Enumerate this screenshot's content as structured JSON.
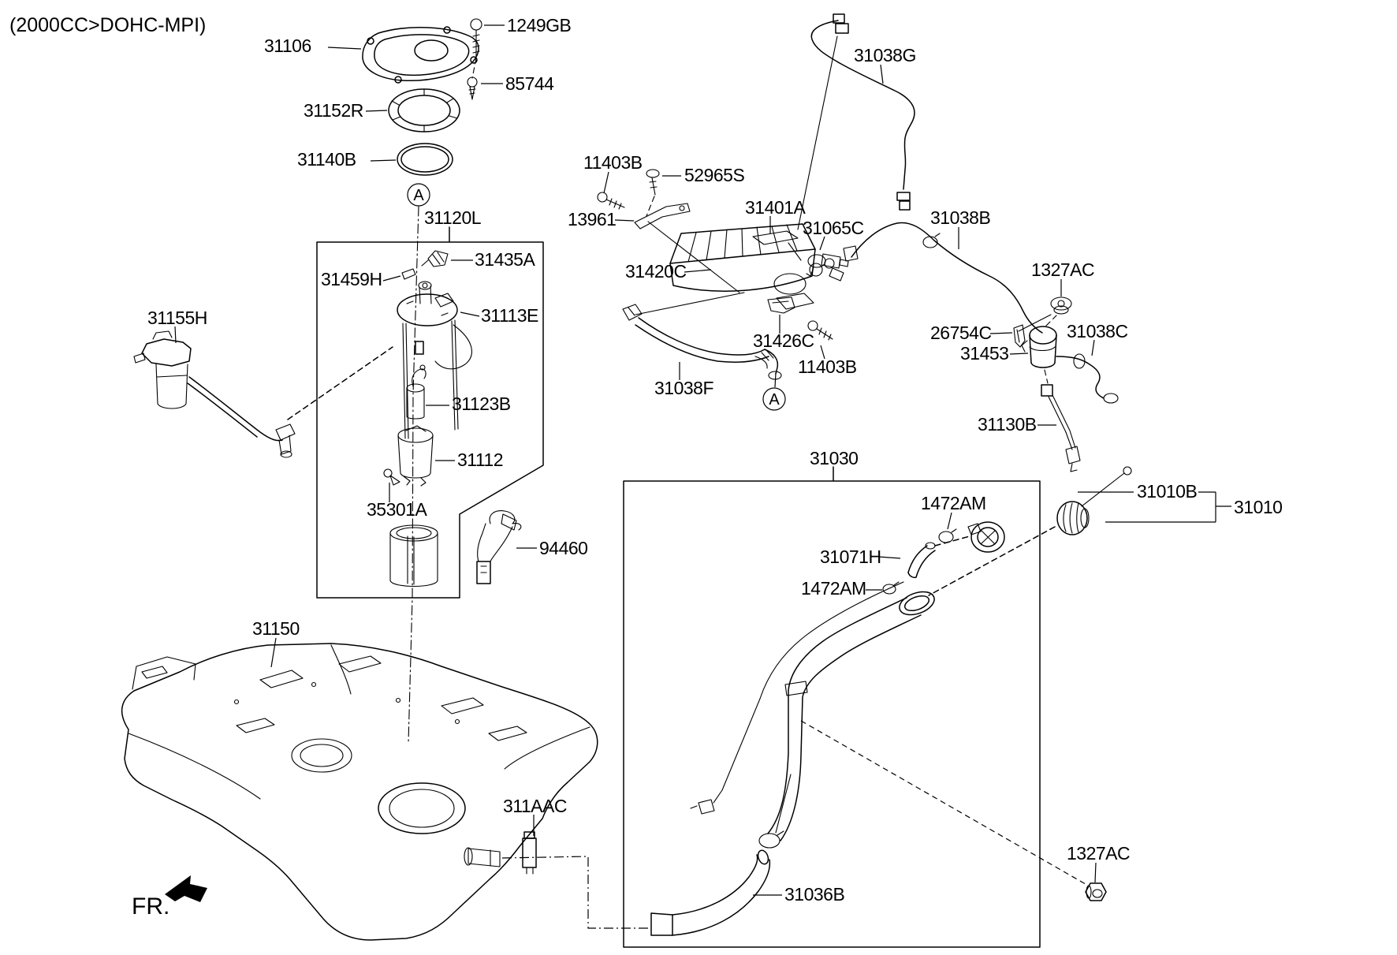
{
  "title": "(2000CC>DOHC-MPI)",
  "fr": "FR.",
  "detail_marker": "A",
  "colors": {
    "line": "#000000",
    "background": "#ffffff"
  },
  "callouts": {
    "c31106": "31106",
    "c1249GB": "1249GB",
    "c85744": "85744",
    "c31152R": "31152R",
    "c31140B": "31140B",
    "c31120L": "31120L",
    "c31435A": "31435A",
    "c31459H": "31459H",
    "c31113E": "31113E",
    "c31123B": "31123B",
    "c31112": "31112",
    "c35301A": "35301A",
    "c94460": "94460",
    "c31155H": "31155H",
    "c31150": "31150",
    "c11403B_top": "11403B",
    "c52965S": "52965S",
    "c13961": "13961",
    "c31401A": "31401A",
    "c31420C": "31420C",
    "c31065C": "31065C",
    "c31038G": "31038G",
    "c31038B": "31038B",
    "c1327AC_top": "1327AC",
    "c26754C": "26754C",
    "c31453": "31453",
    "c31038C": "31038C",
    "c31130B": "31130B",
    "c31426C": "31426C",
    "c11403B_bot": "11403B",
    "c31038F": "31038F",
    "c31030": "31030",
    "c1472AM_up": "1472AM",
    "c31071H": "31071H",
    "c1472AM_low": "1472AM",
    "c31010B": "31010B",
    "c31010": "31010",
    "c311AAC": "311AAC",
    "c31036B": "31036B",
    "c1327AC_bot": "1327AC",
    "fr_label": "FR."
  }
}
